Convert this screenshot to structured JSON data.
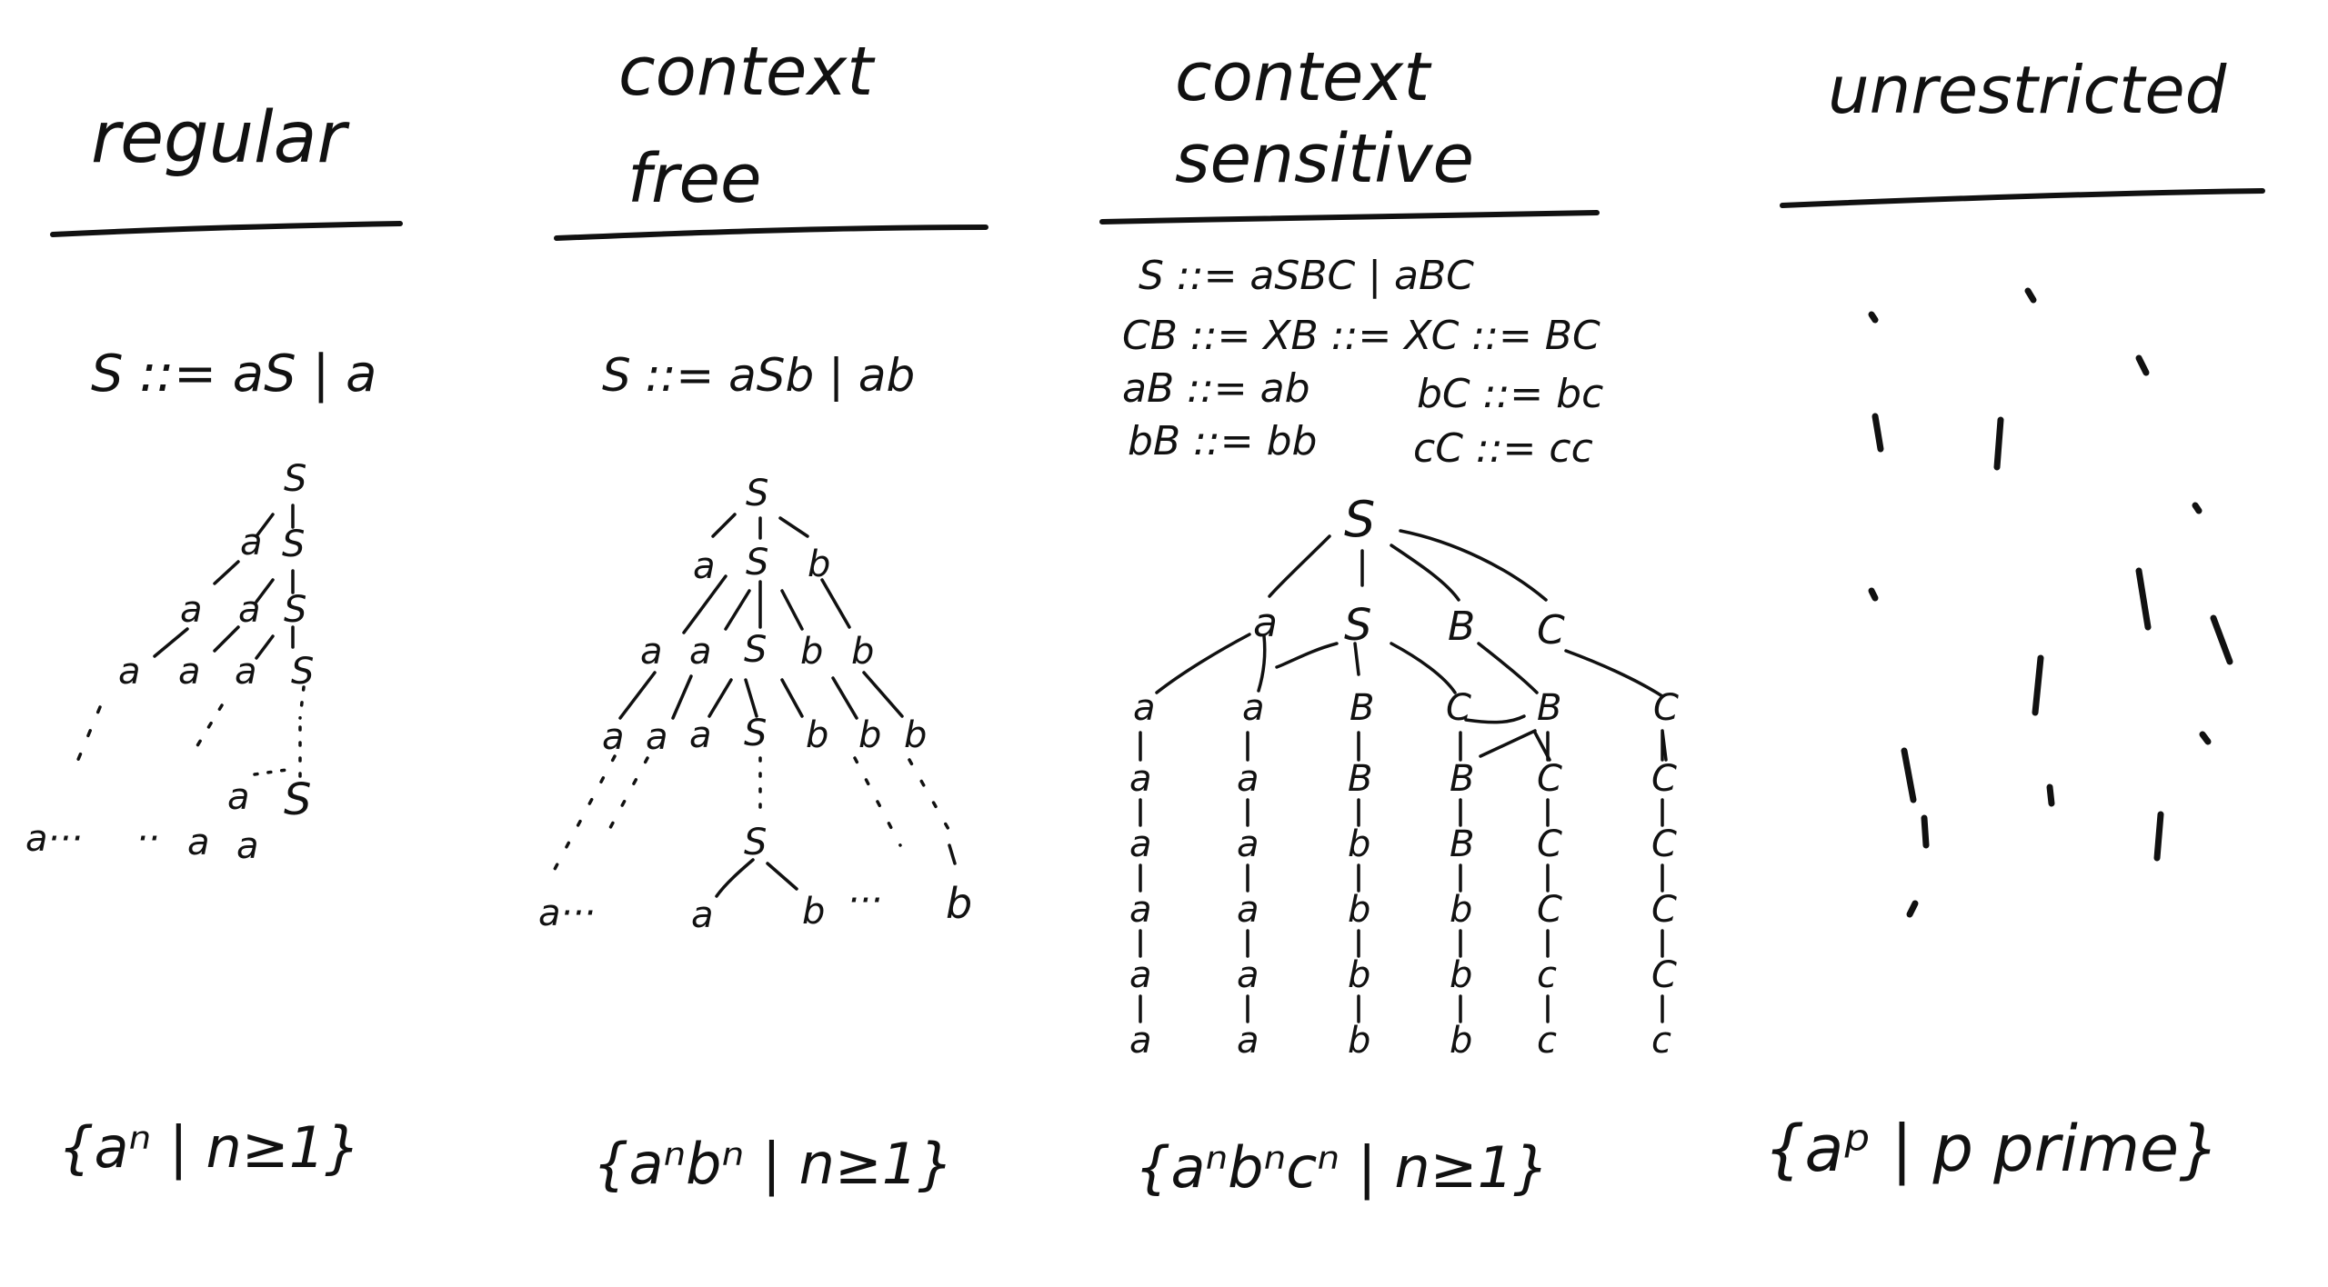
{
  "columns": [
    {
      "id": "regular",
      "title_lines": [
        "regular"
      ],
      "rules": [
        "S ::= aS | a"
      ],
      "language": "{aⁿ | n≥1}"
    },
    {
      "id": "context-free",
      "title_lines": [
        "context",
        "free"
      ],
      "rules": [
        "S ::= aSb | ab"
      ],
      "language": "{aⁿbⁿ | n≥1}"
    },
    {
      "id": "context-sensitive",
      "title_lines": [
        "context",
        "sensitive"
      ],
      "rules": [
        "S ::= aSBC | aBC",
        "CB ::= XB ::= XC ::= BC",
        "aB ::= ab",
        "bC ::= bc",
        "bB ::= bb",
        "cC ::= cc"
      ],
      "language": "{aⁿbⁿcⁿ | n≥1}"
    },
    {
      "id": "unrestricted",
      "title_lines": [
        "unrestricted"
      ],
      "rules": [],
      "language": "{aᵖ | p prime}"
    }
  ],
  "tree_labels": {
    "regular": [
      "S",
      "a",
      "S",
      "a",
      "a",
      "S",
      "a",
      "a",
      "a",
      "S",
      "a",
      "S",
      "a",
      "a",
      "a···",
      "··"
    ],
    "context-free": [
      "S",
      "a",
      "S",
      "b",
      "a",
      "a",
      "S",
      "b",
      "b",
      "a",
      "a",
      "a",
      "S",
      "b",
      "b",
      "b",
      "S",
      "a···",
      "a",
      "b",
      "···",
      "b"
    ],
    "context-sensitive": {
      "top": [
        "S",
        "a",
        "S",
        "B",
        "C"
      ],
      "row2": [
        "a",
        "a",
        "B",
        "C",
        "B",
        "C"
      ],
      "columns": [
        [
          "a",
          "a",
          "a",
          "a",
          "a"
        ],
        [
          "a",
          "a",
          "a",
          "a",
          "a"
        ],
        [
          "B",
          "b",
          "b",
          "b",
          "b"
        ],
        [
          "B",
          "B",
          "b",
          "b",
          "b"
        ],
        [
          "C",
          "C",
          "C",
          "c",
          "c"
        ],
        [
          "C",
          "C",
          "C",
          "C",
          "c"
        ]
      ]
    }
  }
}
